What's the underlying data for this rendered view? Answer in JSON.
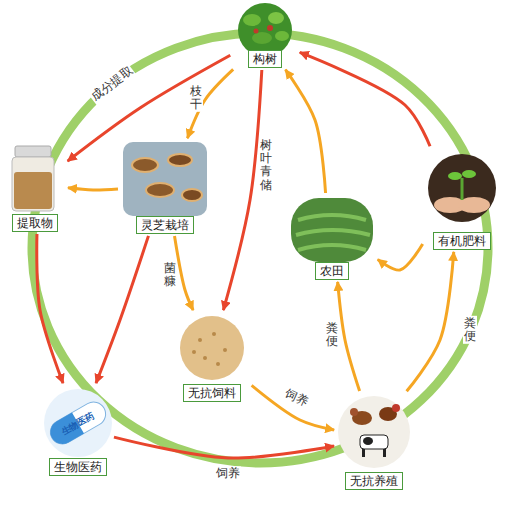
{
  "diagram": {
    "nodes": [
      {
        "text": [
          "构树"
        ]
      },
      {
        "text": [
          "提取物"
        ]
      },
      {
        "text": [
          "灵芝栽培"
        ]
      },
      {
        "text": [
          "有机肥料"
        ]
      },
      {
        "text": [
          "农田"
        ]
      },
      {
        "text": [
          "无抗饲料"
        ]
      },
      {
        "text": [
          "生物医药"
        ]
      },
      {
        "text": [
          "无抗养殖"
        ]
      }
    ],
    "edges": [
      {
        "from": 0,
        "to": 1,
        "label": "成分提取",
        "arrow": "to"
      },
      {
        "from": 0,
        "to": 2,
        "label": "枝干",
        "arrow": "to"
      },
      {
        "from": 0,
        "to": 5,
        "label": "树叶青储",
        "arrow": "to"
      },
      {
        "from": 2,
        "to": 1,
        "arrow": "to"
      },
      {
        "from": 2,
        "to": 5,
        "label": "菌糠",
        "arrow": "to"
      },
      {
        "from": 2,
        "to": 6,
        "arrow": "to"
      },
      {
        "from": 1,
        "to": 6,
        "arrow": "to"
      },
      {
        "from": 5,
        "to": 7,
        "label": "饲养",
        "arrow": "to"
      },
      {
        "from": 6,
        "to": 7,
        "label": "饲养",
        "arrow": "to"
      },
      {
        "from": 7,
        "to": 4,
        "label": "粪便",
        "arrow": "to"
      },
      {
        "from": 7,
        "to": 3,
        "label": "粪便",
        "arrow": "to"
      },
      {
        "from": 4,
        "to": 0,
        "arrow": "to"
      },
      {
        "from": 3,
        "to": 0,
        "arrow": "to"
      },
      {
        "from": 3,
        "to": 4,
        "arrow": "to"
      }
    ],
    "labels": [
      "生物医药"
    ]
  }
}
